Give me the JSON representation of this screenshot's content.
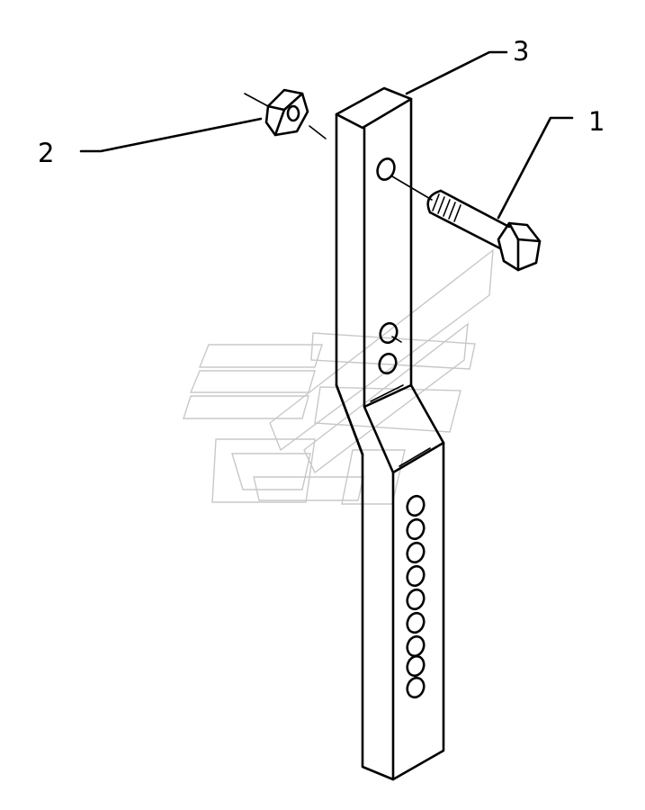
{
  "callouts": [
    {
      "id": "1",
      "label": "1"
    },
    {
      "id": "2",
      "label": "2"
    },
    {
      "id": "3",
      "label": "3"
    }
  ],
  "parts": {
    "bolt": "hex-bolt",
    "nut": "hex-nut",
    "bar": "adjustable-offset-bar"
  },
  "colors": {
    "ink": "#000000",
    "watermark": "#c8c8c8",
    "background": "#ffffff"
  }
}
